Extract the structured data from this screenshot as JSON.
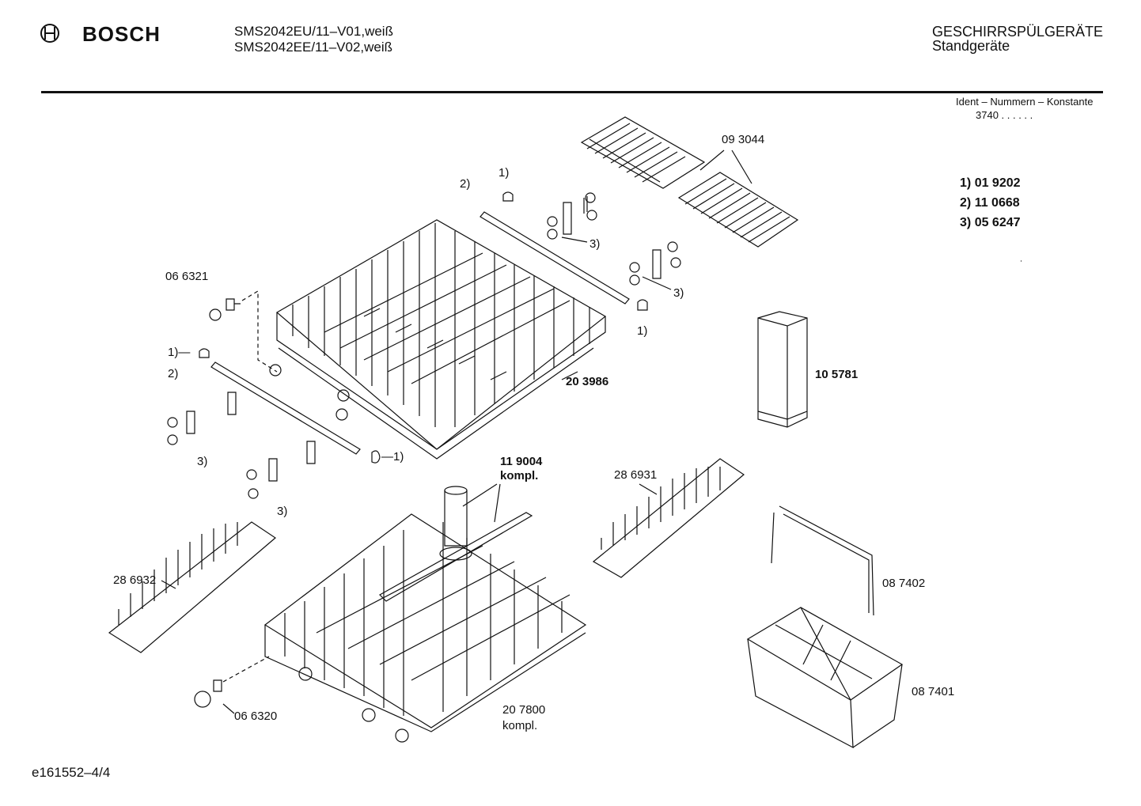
{
  "header": {
    "brand": "BOSCH",
    "model_line_1": "SMS2042EU/11–V01,weiß",
    "model_line_2": "SMS2042EE/11–V02,weiß",
    "category": "GESCHIRRSPÜLGERÄTE",
    "subcategory": "Standgeräte",
    "ident_label": "Ident – Nummern – Konstante",
    "ident_value": "3740 . .  . . . ."
  },
  "legend": [
    {
      "key": "1)",
      "number": "01 9202"
    },
    {
      "key": "2)",
      "number": "11 0668"
    },
    {
      "key": "3)",
      "number": "05 6247"
    }
  ],
  "parts": {
    "p093044": "09 3044",
    "p066321": "06 6321",
    "p203986": "20 3986",
    "p105781": "10 5781",
    "p119004": "11 9004",
    "p119004_sub": "kompl.",
    "p286931": "28 6931",
    "p286932": "28 6932",
    "p087402": "08 7402",
    "p087401": "08 7401",
    "p066320": "06 6320",
    "p207800": "20 7800",
    "p207800_sub": "kompl."
  },
  "refs": {
    "r1": "1)",
    "r2": "2)",
    "r3": "3)",
    "r1dash": "1)—",
    "dash1": "—1)"
  },
  "footer": {
    "doc_id": "e161552–4/4"
  }
}
